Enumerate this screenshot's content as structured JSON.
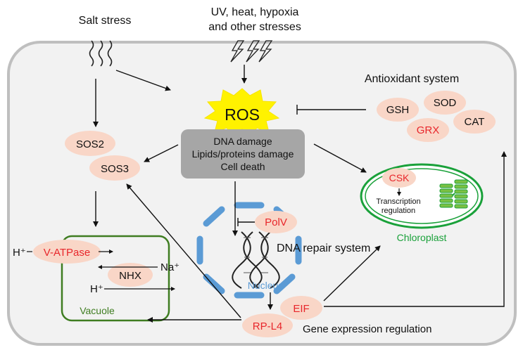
{
  "stresses": {
    "salt": "Salt stress",
    "uv_line1": "UV, heat, hypoxia",
    "uv_line2": "and other stresses"
  },
  "ros": "ROS",
  "damage_box": {
    "line1": "DNA damage",
    "line2": "Lipids/proteins  damage",
    "line3": "Cell death"
  },
  "antioxidant": {
    "title": "Antioxidant system",
    "gsh": "GSH",
    "sod": "SOD",
    "grx": "GRX",
    "cat": "CAT"
  },
  "sos": {
    "sos2": "SOS2",
    "sos3": "SOS3"
  },
  "vacuole": {
    "label": "Vacuole",
    "vatpase": "V-ATPase",
    "nhx": "NHX",
    "h_plus_1": "H⁺",
    "h_plus_2": "H⁺",
    "na_plus": "Na⁺"
  },
  "nucleus": {
    "label": "Nucleus",
    "polv": "PolV",
    "dna_repair": "DNA repair system"
  },
  "chloroplast": {
    "label": "Chloroplast",
    "csk": "CSK",
    "tr_line1": "Transcription",
    "tr_line2": "regulation"
  },
  "gene_expr": {
    "eif": "EIF",
    "rpl4": "RP-L4",
    "label": "Gene expression regulation"
  },
  "colors": {
    "red_text": "#e8262b",
    "ellipse_fill": "#f9d6c7",
    "nucleus_blue": "#5b9bd5",
    "chloro_green": "#1aa13a",
    "vacuole_green": "#3f7d21",
    "ros_yellow": "#fff200",
    "box_gray": "#a6a6a6",
    "cell_fill": "#f2f2f2"
  }
}
